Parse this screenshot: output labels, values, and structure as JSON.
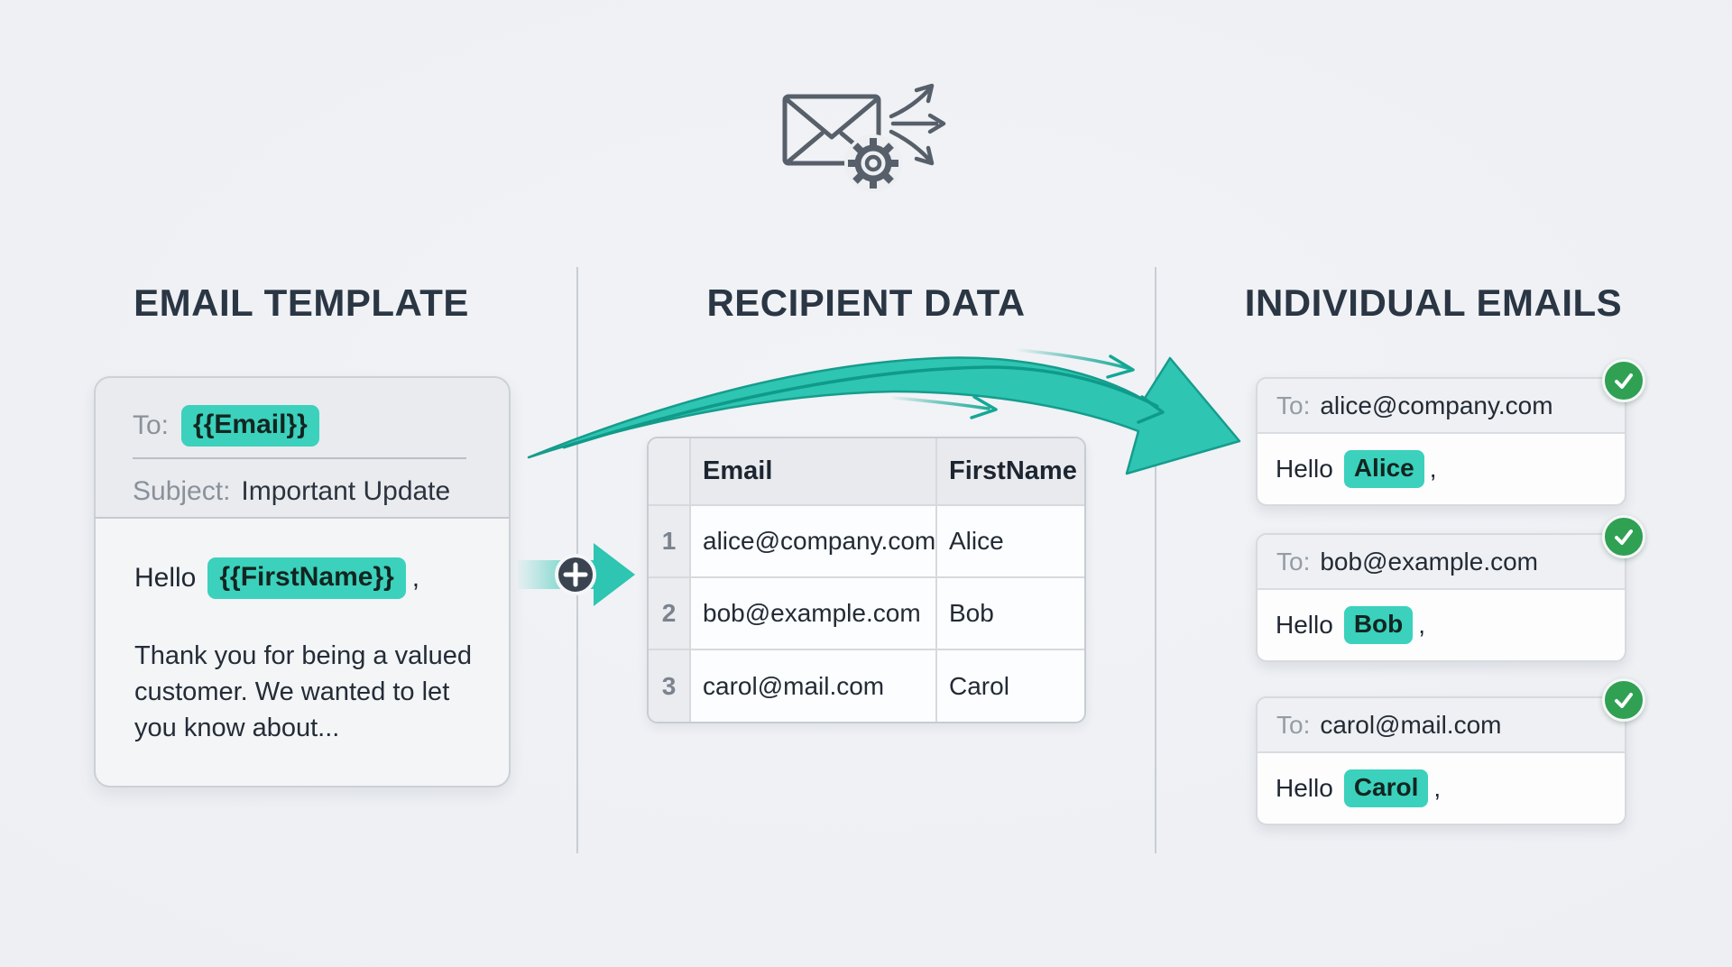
{
  "columns": {
    "email_template": {
      "heading": "EMAIL TEMPLATE",
      "card": {
        "to_label": "To:",
        "to_placeholder": "{{Email}}",
        "subject_label": "Subject:",
        "subject_value": "Important Update",
        "greeting_prefix": "Hello",
        "greeting_placeholder": "{{FirstName}}",
        "greeting_punctuation": ",",
        "body_line_1": "Thank you for being a valued",
        "body_line_2": "customer. We wanted to let",
        "body_line_3": "you know about..."
      }
    },
    "recipient_data": {
      "heading": "RECIPIENT DATA",
      "table": {
        "header": {
          "col_email": "Email",
          "col_firstname": "FirstName"
        },
        "rows": [
          {
            "row_num": "1",
            "email": "alice@company.com",
            "firstname": "Alice"
          },
          {
            "row_num": "2",
            "email": "bob@example.com",
            "firstname": "Bob"
          },
          {
            "row_num": "3",
            "email": "carol@mail.com",
            "firstname": "Carol"
          }
        ]
      }
    },
    "individual_emails": {
      "heading": "INDIVIDUAL EMAILS",
      "cards": [
        {
          "to_label": "To:",
          "to_value": "alice@company.com",
          "greeting_prefix": "Hello",
          "name": "Alice",
          "greeting_punctuation": ","
        },
        {
          "to_label": "To:",
          "to_value": "bob@example.com",
          "greeting_prefix": "Hello",
          "name": "Bob",
          "greeting_punctuation": ","
        },
        {
          "to_label": "To:",
          "to_value": "carol@mail.com",
          "greeting_prefix": "Hello",
          "name": "Carol",
          "greeting_punctuation": ","
        }
      ]
    }
  },
  "icons": {
    "top_center": [
      "envelope-icon",
      "gear-icon",
      "fan-out-arrows-icon"
    ],
    "merge_badge": "plus-icon",
    "status_badge": "check-icon",
    "flow": "swoosh-arrow"
  },
  "colors": {
    "background": "#edeff3",
    "heading_text": "#2b3644",
    "accent_teal": "#3bd1bd",
    "swoosh_teal": "#2ec5b2",
    "swoosh_edge": "#169c8c",
    "success_green": "#30a053",
    "plus_badge_dark": "#3a4450",
    "icon_gray": "#575f6a"
  }
}
